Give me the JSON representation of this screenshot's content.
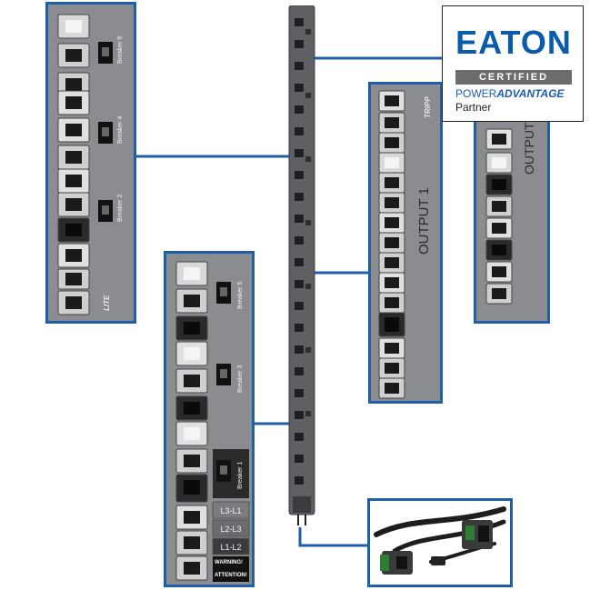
{
  "badge": {
    "brand": "EATON",
    "certified": "CERTIFIED",
    "power": "POWER",
    "advantage": "ADVANTAGE",
    "partner": "Partner"
  },
  "labels": {
    "output_1_main": "OUTPUT 1",
    "output_side": "OUTPUT",
    "strip_brand": "TRIPP",
    "panel_brand": "LITE",
    "breaker_6": "Breaker 6",
    "breaker_4": "Breaker 4",
    "breaker_2": "Breaker 2",
    "breaker_5": "Breaker 5",
    "breaker_3": "Breaker 3",
    "breaker_1": "Breaker 1",
    "phase_l3l1": "L3-L1",
    "phase_l2l3": "L2-L3",
    "phase_l1l2": "L1-L2",
    "warning": "WARNING!",
    "attention": "ATTENTION!"
  },
  "colors": {
    "panel_border": "#1f5fa8",
    "panel_face": "#8a8c90",
    "eaton_blue": "#0a5cab",
    "cert_gray": "#6c6c6c"
  }
}
